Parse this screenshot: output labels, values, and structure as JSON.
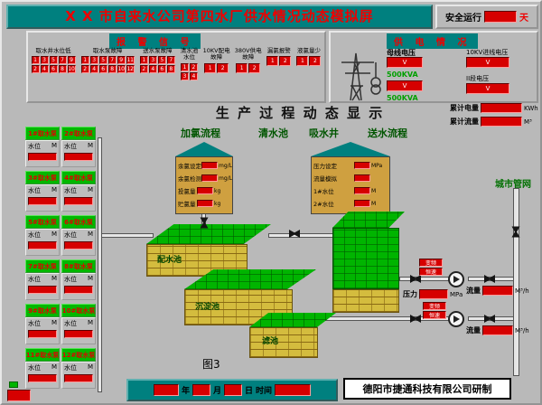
{
  "title_bar": {
    "title": "X X 市自来水公司第四水厂供水情况动态模拟屏"
  },
  "safety": {
    "label": "安全运行",
    "value": "",
    "unit": "天"
  },
  "alarm_panel": {
    "title": "报 警 信 号",
    "groups": [
      {
        "label": "取水井水位低",
        "rows": [
          [
            "1",
            "3",
            "5",
            "7",
            "9"
          ],
          [
            "2",
            "4",
            "6",
            "8",
            "10"
          ]
        ]
      },
      {
        "label": "取水泵故障",
        "rows": [
          [
            "1",
            "3",
            "5",
            "7",
            "9",
            "11"
          ],
          [
            "2",
            "4",
            "6",
            "8",
            "10",
            "12"
          ]
        ]
      },
      {
        "label": "送水泵故障",
        "rows": [
          [
            "1",
            "3",
            "5",
            "7"
          ],
          [
            "2",
            "4",
            "6",
            "8"
          ]
        ]
      },
      {
        "label": "清水池\n水位",
        "rows": [
          [
            "1",
            "2"
          ],
          [
            "3",
            "4"
          ]
        ]
      },
      {
        "label": "10KV配电\n故障",
        "rows": [
          [
            "1",
            "2"
          ]
        ]
      },
      {
        "label": "380V供电\n故障",
        "rows": [
          [
            "1",
            "2"
          ]
        ]
      },
      {
        "label": "漏氯报警",
        "rows": [
          [
            "1",
            "2"
          ]
        ]
      },
      {
        "label": "液氯量少",
        "rows": [
          [
            "1",
            "2"
          ]
        ]
      }
    ]
  },
  "power_panel": {
    "title": "供 电 情 况",
    "bus_label": "母线电压",
    "kva_a": "500KVA",
    "kva_b": "500KVA",
    "unit_v": "V",
    "right": [
      {
        "label": "10KV进线电压",
        "unit": "V"
      },
      {
        "label": "II段电压",
        "unit": "V"
      }
    ]
  },
  "main_title": "生 产 过 程 动 态 显 示",
  "totals": [
    {
      "label": "累计电量",
      "value": "",
      "unit": "KWh"
    },
    {
      "label": "累计流量",
      "value": "",
      "unit": "M³"
    }
  ],
  "section_labels": [
    "加氯流程",
    "清水池",
    "吸水井",
    "送水流程"
  ],
  "pumps": {
    "water_level_label": "水位",
    "unit": "M",
    "left": [
      "1#取水泵",
      "3#取水泵",
      "5#取水泵",
      "7#取水泵",
      "9#取水泵",
      "11#取水泵"
    ],
    "right": [
      "2#取水泵",
      "4#取水泵",
      "6#取水泵",
      "8#取水泵",
      "10#取水泵",
      "12#取水泵"
    ]
  },
  "chlorine_house": {
    "rows": [
      {
        "label": "余氯设定",
        "unit": "mg/L"
      },
      {
        "label": "余氯检测",
        "unit": "mg/L"
      },
      {
        "label": "投氯量",
        "unit": "kg"
      },
      {
        "label": "贮氯量",
        "unit": "kg"
      }
    ]
  },
  "meter_house": {
    "rows": [
      {
        "label": "压力设定",
        "unit": "MPa"
      },
      {
        "label": "流量模拟",
        "unit": ""
      },
      {
        "label": "1#水位",
        "unit": "M"
      },
      {
        "label": "2#水位",
        "unit": "M"
      }
    ]
  },
  "tanks": {
    "t1": "配水池",
    "t2": "沉淀池",
    "t3": "滤池"
  },
  "outputs": {
    "pressure_label": "压力",
    "pressure_unit": "MPa",
    "flow_label": "流量",
    "flow_unit": "M³/h",
    "tag_a": "变频",
    "tag_b": "恒速",
    "network_label": "城市管网"
  },
  "figure_label": "图3",
  "datetime_bar": {
    "year": "年",
    "month": "月",
    "day": "日",
    "time": "时间"
  },
  "company": "德阳市捷通科技有限公司研制"
}
